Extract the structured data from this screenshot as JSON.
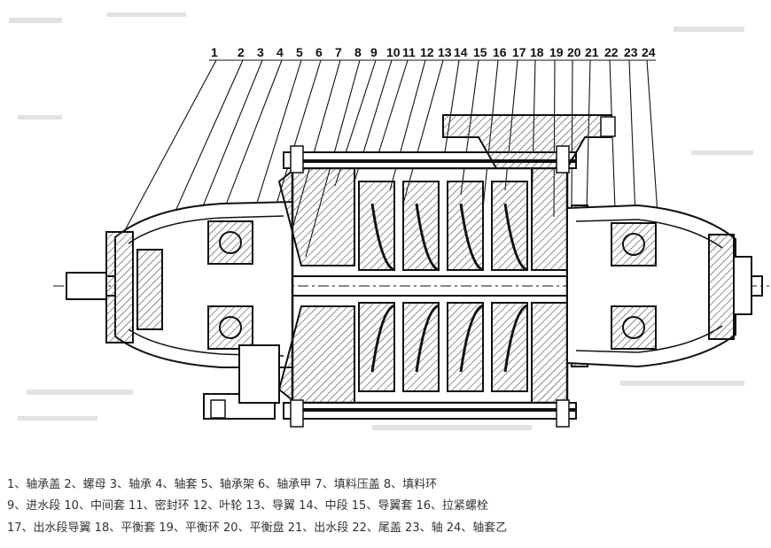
{
  "diagram": {
    "part_numbers": [
      "1",
      "2",
      "3",
      "4",
      "5",
      "6",
      "7",
      "8",
      "9",
      "10",
      "11",
      "12",
      "13",
      "14",
      "15",
      "16",
      "17",
      "18",
      "19",
      "20",
      "21",
      "22",
      "23",
      "24"
    ]
  },
  "caption": {
    "line1": "1、轴承盖 2、螺母 3、轴承 4、轴套 5、轴承架 6、轴承甲 7、填料压盖 8、填料环",
    "line2": "9、进水段 10、中间套 11、密封环 12、叶轮 13、导翼 14、中段 15、导翼套 16、拉紧螺栓",
    "line3": "17、出水段导翼 18、平衡套 19、平衡环 20、平衡盘 21、出水段 22、尾盖 23、轴 24、轴套乙"
  },
  "colors": {
    "ink": "#111111",
    "hatch": "#555555",
    "background_speckle": "#d8d8d8",
    "caption_text": "#333333"
  }
}
